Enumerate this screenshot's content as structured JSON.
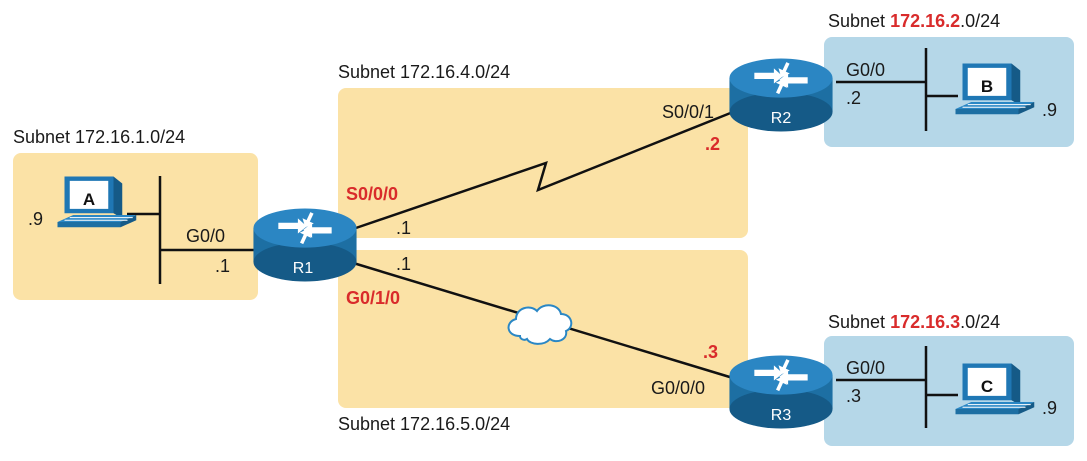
{
  "colors": {
    "wan_subnet_fill": "#fbe2a6",
    "lan_r1_fill": "#fbe2a6",
    "lan_r2_r3_fill": "#b5d7e8",
    "router_blue": "#1d6fa3",
    "highlight_red": "#d92b2b",
    "pc_blue": "#2a87c5"
  },
  "subnets": {
    "lan1": "Subnet 172.16.1.0/24",
    "lan2_prefix": "Subnet ",
    "lan2_highlight": "172.16.2",
    "lan2_suffix": ".0/24",
    "lan3_prefix": "Subnet ",
    "lan3_highlight": "172.16.3",
    "lan3_suffix": ".0/24",
    "wan1": "Subnet 172.16.4.0/24",
    "wan2": "Subnet 172.16.5.0/24"
  },
  "routers": {
    "r1": {
      "name": "R1",
      "g00": "G0/0",
      "g00_ip": ".1",
      "s000": "S0/0/0",
      "s000_ip": ".1",
      "g010": "G0/1/0",
      "g010_ip": ".1"
    },
    "r2": {
      "name": "R2",
      "s001": "S0/0/1",
      "s001_ip": ".2",
      "g00": "G0/0",
      "g00_ip": ".2"
    },
    "r3": {
      "name": "R3",
      "g000": "G0/0/0",
      "g000_ip": ".3",
      "g00": "G0/0",
      "g00_ip": ".3"
    }
  },
  "hosts": {
    "a": {
      "label": "A",
      "ip": ".9"
    },
    "b": {
      "label": "B",
      "ip": ".9"
    },
    "c": {
      "label": "C",
      "ip": ".9"
    }
  }
}
